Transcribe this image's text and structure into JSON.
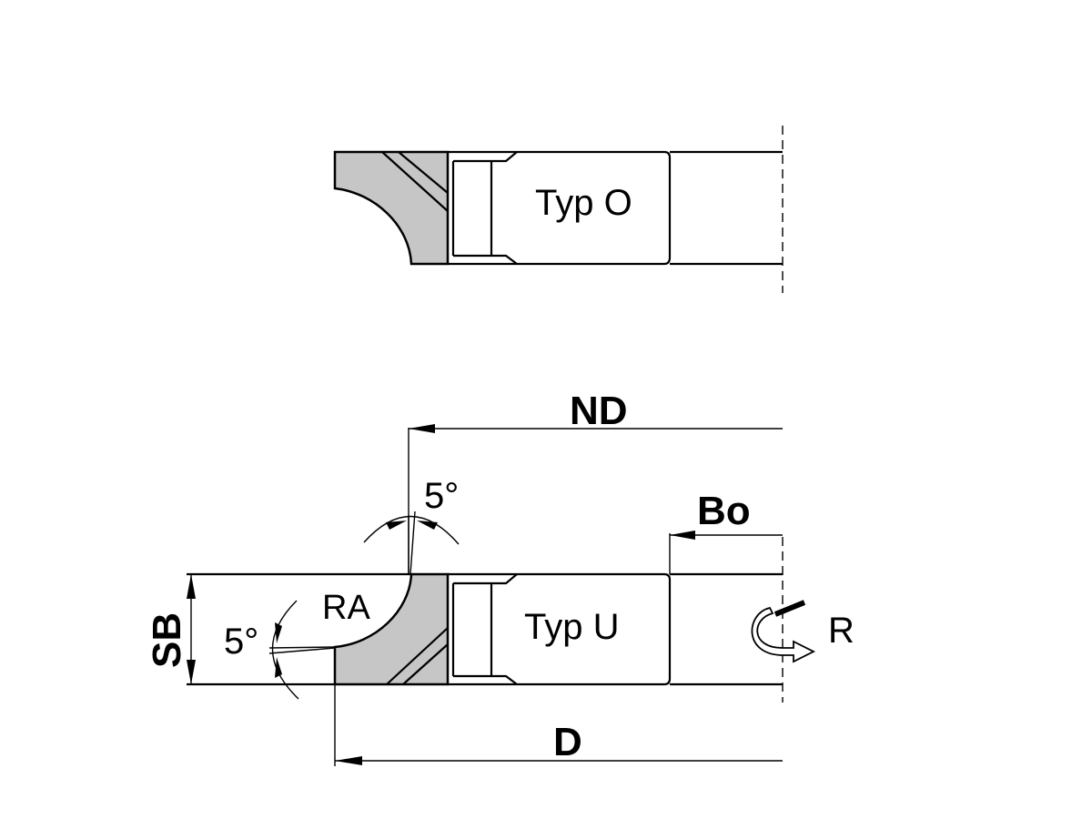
{
  "top_view": {
    "label": "Typ O"
  },
  "bottom_view": {
    "label": "Typ U"
  },
  "dimensions": {
    "nd": "ND",
    "bo": "Bo",
    "d": "D",
    "sb": "SB",
    "ra": "RA",
    "angle_top": "5°",
    "angle_left": "5°"
  },
  "rotation": {
    "label": "R"
  }
}
